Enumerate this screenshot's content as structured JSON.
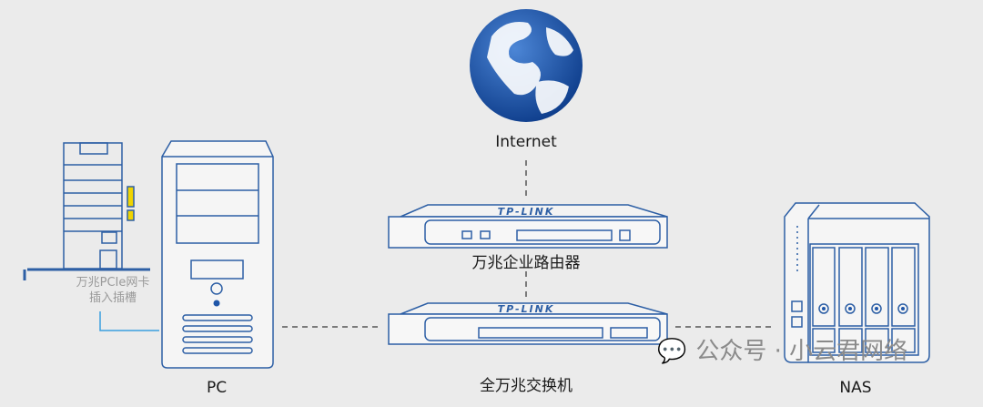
{
  "labels": {
    "internet": "Internet",
    "router": "万兆企业路由器",
    "switch": "全万兆交换机",
    "pc": "PC",
    "nas": "NAS",
    "pcie_card_line1": "万兆PCIe网卡",
    "pcie_card_line2": "插入插槽"
  },
  "devices": {
    "router_brand": "TP-LINK",
    "switch_brand": "TP-LINK"
  },
  "watermark": "公众号 · 小云君网络",
  "colors": {
    "stroke": "#2d5fa5",
    "accent": "#f0d400",
    "link": "#3aa0e0",
    "globe": "#1f56a8"
  }
}
